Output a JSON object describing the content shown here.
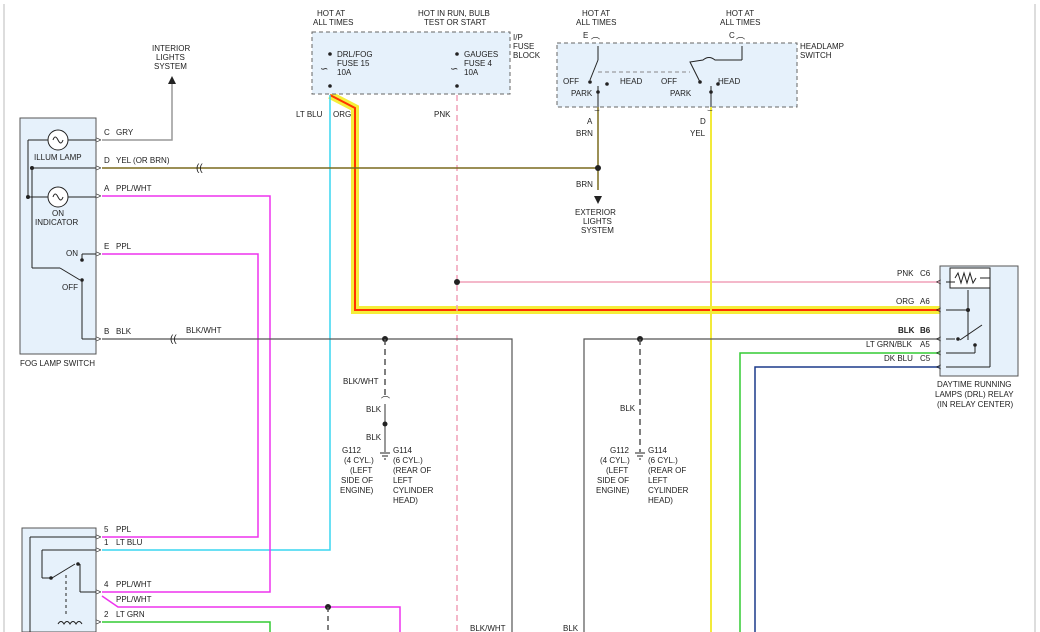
{
  "fuse_block": {
    "hot_all_times": "HOT AT ALL TIMES",
    "hot_run": "HOT IN RUN, BULB TEST OR START",
    "block_label": "I/P FUSE BLOCK",
    "fuse15": "DRL/FOG FUSE 15 10A",
    "fuse4": "GAUGES FUSE 4 10A"
  },
  "headlamp_switch": {
    "label": "HEADLAMP SWITCH",
    "hot_e": "HOT AT ALL TIMES",
    "hot_c": "HOT AT ALL TIMES",
    "pin_e": "E",
    "pin_c": "C",
    "pin_a": "A",
    "pin_d": "D",
    "off": "OFF",
    "park": "PARK",
    "head": "HEAD"
  },
  "interior": "INTERIOR LIGHTS SYSTEM",
  "exterior": "EXTERIOR LIGHTS SYSTEM",
  "fog_switch": {
    "label": "FOG LAMP SWITCH",
    "illum": "ILLUM LAMP",
    "indicator": "ON INDICATOR",
    "on": "ON",
    "off": "OFF",
    "pins": [
      {
        "pin": "C",
        "wire": "GRY"
      },
      {
        "pin": "D",
        "wire": "YEL (OR BRN)"
      },
      {
        "pin": "A",
        "wire": "PPL/WHT"
      },
      {
        "pin": "E",
        "wire": "PPL"
      },
      {
        "pin": "B",
        "wire": "BLK"
      }
    ]
  },
  "drl_relay": {
    "label": "DAYTIME RUNNING LAMPS (DRL) RELAY (IN RELAY CENTER)",
    "pins": [
      {
        "wire": "PNK",
        "pin": "C6"
      },
      {
        "wire": "ORG",
        "pin": "A6"
      },
      {
        "wire": "BLK",
        "pin": "B6"
      },
      {
        "wire": "LT GRN/BLK",
        "pin": "A5"
      },
      {
        "wire": "DK BLU",
        "pin": "C5"
      }
    ]
  },
  "wires": {
    "lt_blu": "LT BLU",
    "org": "ORG",
    "pnk": "PNK",
    "brn": "BRN",
    "yel": "YEL",
    "blk_wht": "BLK/WHT",
    "blk": "BLK"
  },
  "grounds": {
    "g112": "G112 (4 CYL.) (LEFT SIDE OF ENGINE)",
    "g114": "G114 (6 CYL.) (REAR OF LEFT CYLINDER HEAD)"
  },
  "fog_relay": {
    "pins": [
      {
        "pin": "5",
        "wire": "PPL"
      },
      {
        "pin": "1",
        "wire": "LT BLU"
      },
      {
        "pin": "4",
        "wire": "PPL/WHT"
      },
      {
        "pin": "",
        "wire": "PPL/WHT"
      },
      {
        "pin": "2",
        "wire": "LT GRN"
      }
    ]
  },
  "colors": {
    "lt_blu": "#38d6f0",
    "org_highlight": "#f5ee3a",
    "org_core": "#ff3300",
    "pnk": "#f0a0b8",
    "brn": "#7a6a1e",
    "yel": "#f2ea3a",
    "ppl": "#ee33ee",
    "green": "#33cc33",
    "dk_blu": "#1c3a8a",
    "gry": "#999999",
    "blk": "#555555"
  }
}
